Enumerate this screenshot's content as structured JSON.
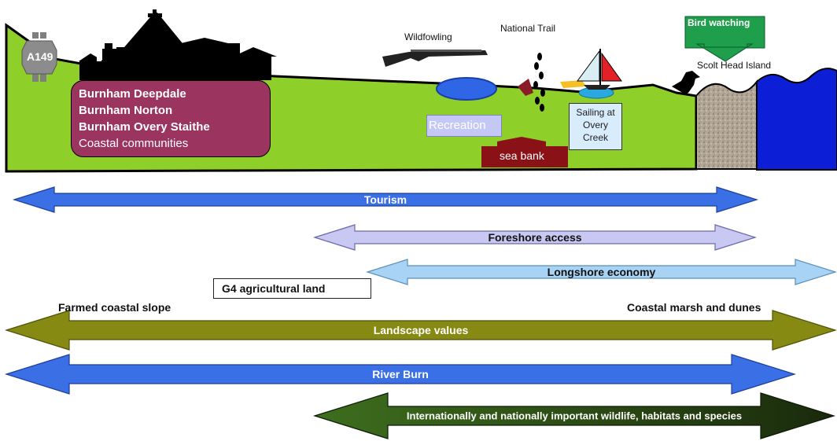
{
  "road_sign": "A149",
  "communities": {
    "names": [
      "Burnham Deepdale",
      "Burnham Norton",
      "Burnham Overy Staithe"
    ],
    "caption": "Coastal communities"
  },
  "labels": {
    "wildfowling": "Wildfowling",
    "national_trail": "National Trail",
    "bird_watching": "Bird watching",
    "scolt_head": "Scolt Head Island",
    "recreation": "Recreation",
    "sailing": "Sailing at Overy Creek",
    "sea_bank": "sea bank",
    "g4": "G4  agricultural land",
    "farmed_slope": "Farmed coastal slope",
    "marsh_dunes": "Coastal marsh and dunes"
  },
  "arrows": [
    {
      "id": "tourism",
      "label": "Tourism",
      "color": "#3a6fe6"
    },
    {
      "id": "foreshore",
      "label": "Foreshore access",
      "color": "#c8c8f2"
    },
    {
      "id": "longshore",
      "label": "Longshore economy",
      "color": "#a9d3f5"
    },
    {
      "id": "landscape",
      "label": "Landscape values",
      "color": "#878a12"
    },
    {
      "id": "river",
      "label": "River Burn",
      "color": "#3a6fe6"
    },
    {
      "id": "wildlife",
      "label": "Internationally and nationally important wildlife, habitats and species",
      "color": "#243a12"
    }
  ],
  "colors": {
    "land": "#8fcf2a",
    "sea": "#0d1fd6",
    "shingle": "#b0a494",
    "communities": "#9b3560",
    "sea_bank": "#8a1216",
    "bird_sign": "#1f9e4b",
    "lake": "#2f66e6"
  }
}
